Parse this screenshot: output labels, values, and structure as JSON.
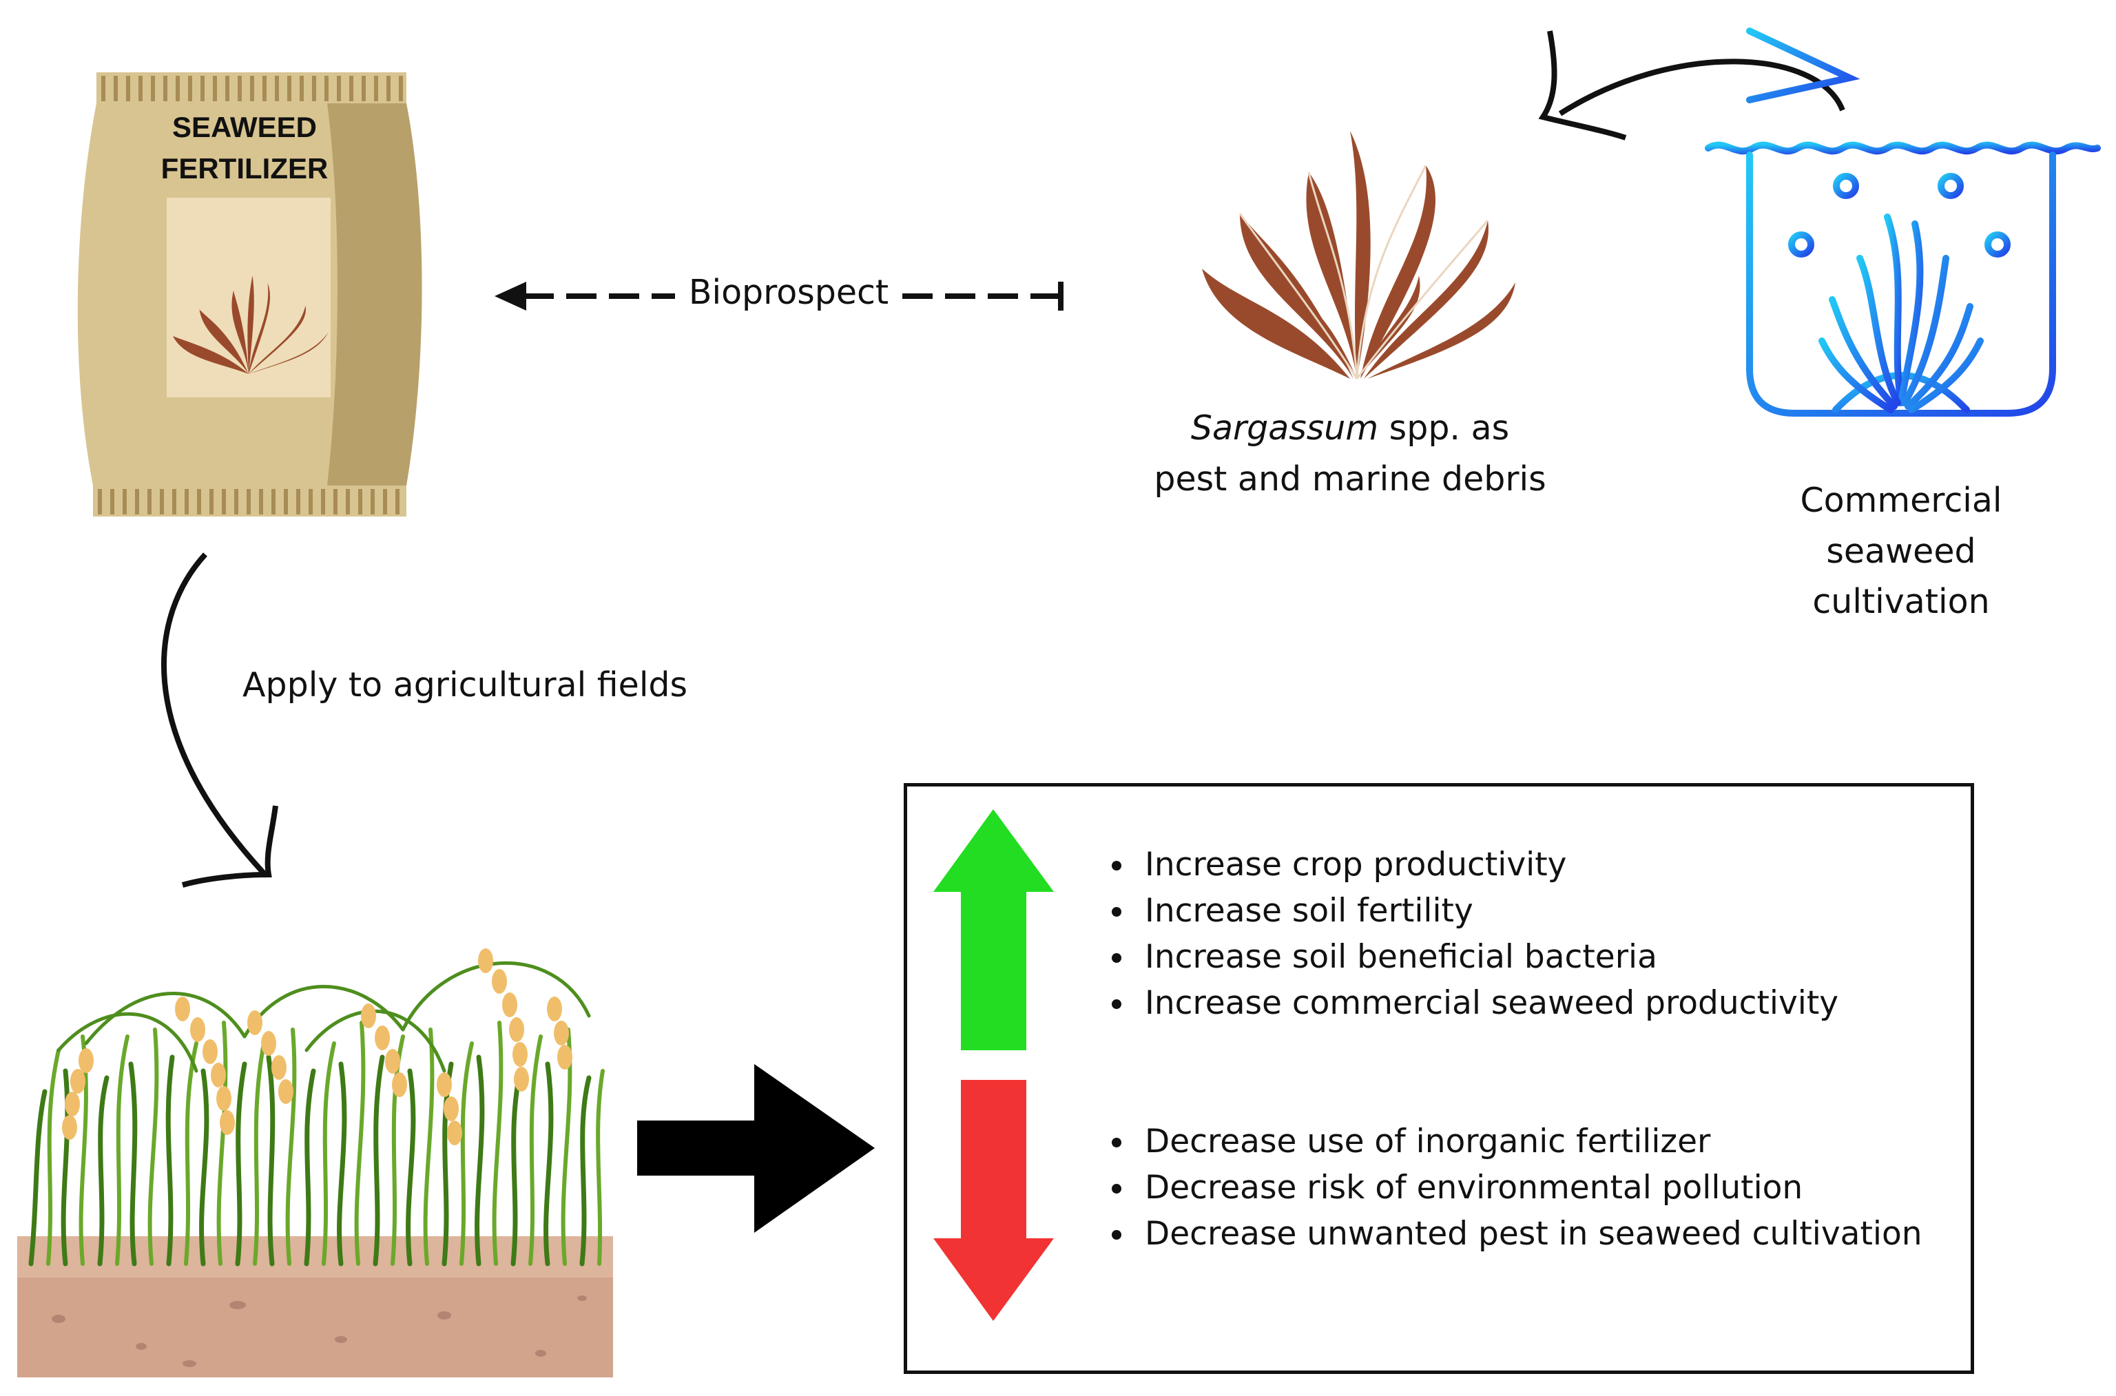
{
  "fertilizer_bag": {
    "title_line1": "SEAWEED",
    "title_line2": "FERTILIZER"
  },
  "bioprospect_label": "Bioprospect",
  "sargassum": {
    "name_italic": "Sargassum",
    "name_rest": " spp. as",
    "line2": "pest and marine debris"
  },
  "cultivation": {
    "line1": "Commercial",
    "line2": "seaweed",
    "line3": "cultivation"
  },
  "apply_label": "Apply to agricultural fields",
  "increase_items": [
    "Increase crop productivity",
    "Increase soil fertility",
    "Increase soil beneficial bacteria",
    "Increase commercial seaweed productivity"
  ],
  "decrease_items": [
    "Decrease use of inorganic fertilizer",
    "Decrease risk of environmental pollution",
    "Decrease unwanted pest in seaweed cultivation"
  ],
  "colors": {
    "bag_light": "#D8C490",
    "bag_dark": "#B8A06A",
    "seaweed": "#9A4A2C",
    "up_arrow": "#22DD22",
    "down_arrow": "#F23333",
    "cultivation_blue": "#2A9BF2",
    "soil": "#D0A088",
    "grass": "#4E8E1E",
    "grain": "#F0BE6A"
  },
  "icons": {
    "bag": "fertilizer-bag-icon",
    "seaweed": "sargassum-seaweed-icon",
    "cultivation": "seaweed-tank-icon",
    "field": "rice-field-icon",
    "up": "up-arrow-icon",
    "down": "down-arrow-icon"
  }
}
